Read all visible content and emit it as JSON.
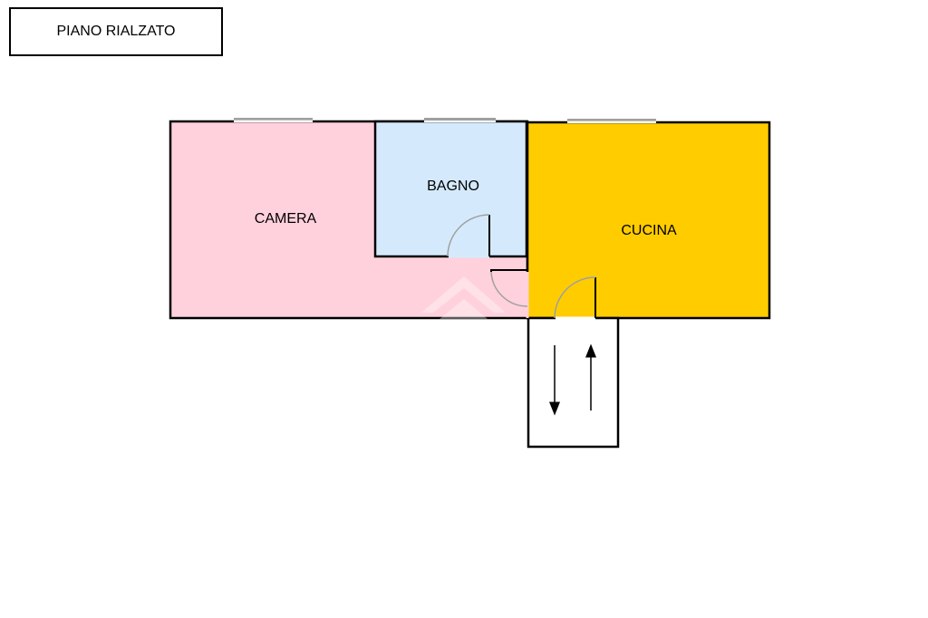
{
  "floor_label": "PIANO RIALZATO",
  "rooms": {
    "camera": {
      "label": "CAMERA",
      "color": "#ffd1dc"
    },
    "bagno": {
      "label": "BAGNO",
      "color": "#d4eafc"
    },
    "cucina": {
      "label": "CUCINA",
      "color": "#ffcc00"
    },
    "stairs": {
      "color": "#ffffff"
    }
  },
  "colors": {
    "wall": "#000000",
    "door_arc": "#a0a0a0"
  }
}
